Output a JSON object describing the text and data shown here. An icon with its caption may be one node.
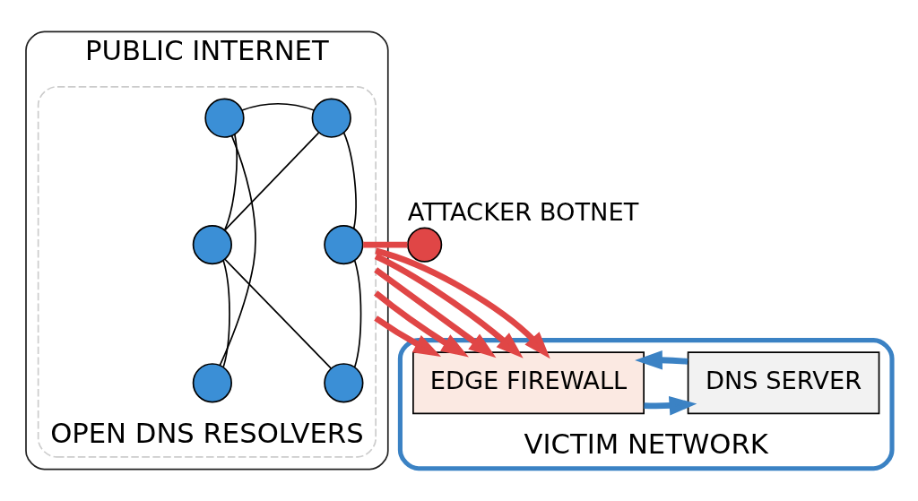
{
  "diagram": {
    "nodes": [
      {
        "text": [
          "PUBLIC INTERNET"
        ]
      },
      {
        "text": [],
        "shape": "circle",
        "beside": [
          "ATTACKER BOTNET"
        ]
      },
      {
        "text": [
          "OPEN DNS RESOLVERS"
        ],
        "in": 0
      },
      {
        "text": [],
        "shape": "circle",
        "in": 2
      },
      {
        "text": [],
        "shape": "circle",
        "in": 2
      },
      {
        "text": [],
        "shape": "circle",
        "in": 2
      },
      {
        "text": [],
        "shape": "circle",
        "in": 2
      },
      {
        "text": [],
        "shape": "circle",
        "in": 2
      },
      {
        "text": [],
        "shape": "circle",
        "in": 2
      },
      {
        "text": [
          "VICTIM NETWORK"
        ]
      },
      {
        "text": [
          "EDGE FIREWALL"
        ],
        "in": 9
      },
      {
        "text": [
          "DNS SERVER"
        ],
        "in": 9
      }
    ],
    "edges": [
      {
        "from": 1,
        "to": 3,
        "arrow": "none",
        "style": "thick",
        "color": "#e04646"
      },
      {
        "from": 3,
        "to": 5,
        "arrow": "none"
      },
      {
        "from": 3,
        "to": 4,
        "arrow": "none"
      },
      {
        "from": 5,
        "to": 6,
        "arrow": "none"
      },
      {
        "from": 5,
        "to": 7,
        "arrow": "none"
      },
      {
        "from": 7,
        "to": 6,
        "arrow": "none"
      },
      {
        "from": 6,
        "to": 4,
        "arrow": "none"
      },
      {
        "from": 6,
        "to": 8,
        "arrow": "none"
      },
      {
        "from": 7,
        "to": 8,
        "arrow": "none"
      },
      {
        "from": 2,
        "to": 10,
        "arrow": "to",
        "style": "thick",
        "color": "#e04646"
      },
      {
        "from": 2,
        "to": 10,
        "arrow": "to",
        "style": "thick",
        "color": "#e04646"
      },
      {
        "from": 2,
        "to": 10,
        "arrow": "to",
        "style": "thick",
        "color": "#e04646"
      },
      {
        "from": 2,
        "to": 10,
        "arrow": "to",
        "style": "thick",
        "color": "#e04646"
      },
      {
        "from": 2,
        "to": 10,
        "arrow": "to",
        "style": "thick",
        "color": "#e04646"
      },
      {
        "from": 10,
        "to": 11,
        "arrow": "to",
        "style": "thick",
        "color": "#3b82c4"
      },
      {
        "from": 11,
        "to": 10,
        "arrow": "to",
        "style": "thick",
        "color": "#3b82c4"
      }
    ]
  }
}
